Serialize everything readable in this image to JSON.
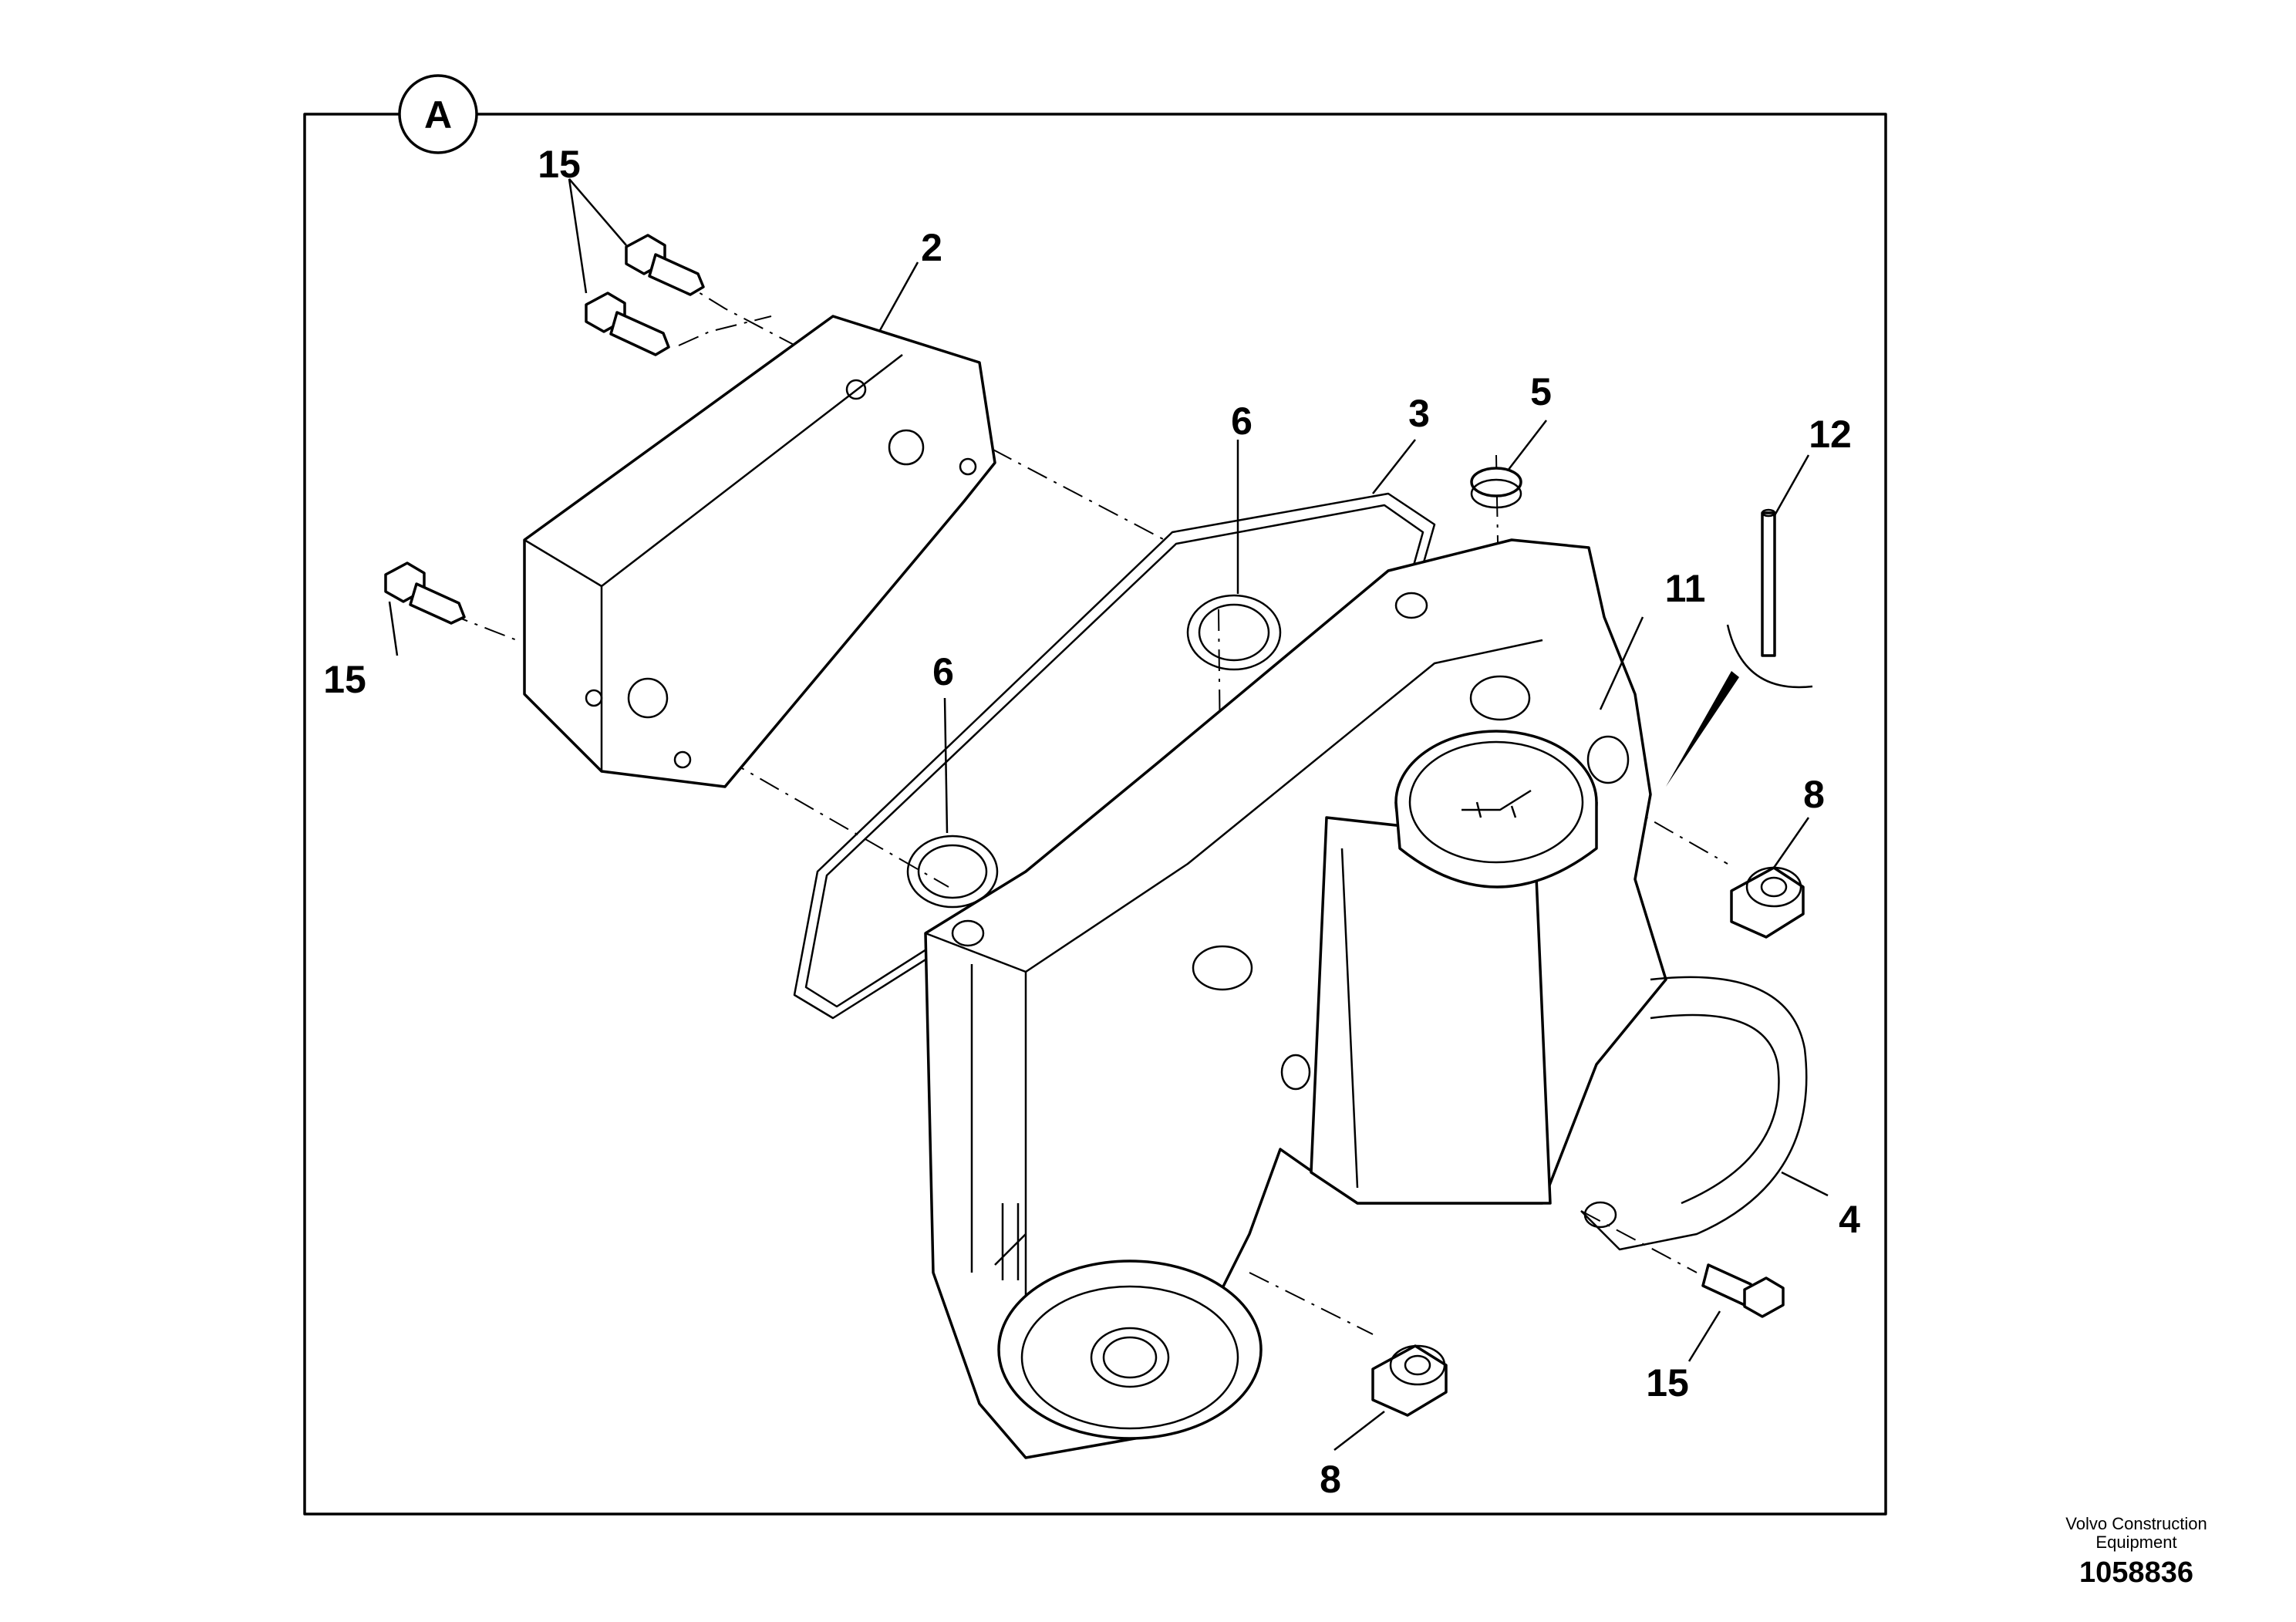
{
  "view_marker": "A",
  "callouts": {
    "c15_top": "15",
    "c2": "2",
    "c15_left": "15",
    "c6_upper": "6",
    "c3": "3",
    "c5": "5",
    "c12": "12",
    "c11": "11",
    "c6_lower": "6",
    "c8_right": "8",
    "c4": "4",
    "c15_bottom": "15",
    "c8_bottom": "8"
  },
  "footer": {
    "company_line1": "Volvo Construction",
    "company_line2": "Equipment",
    "drawing_number": "1058836"
  }
}
